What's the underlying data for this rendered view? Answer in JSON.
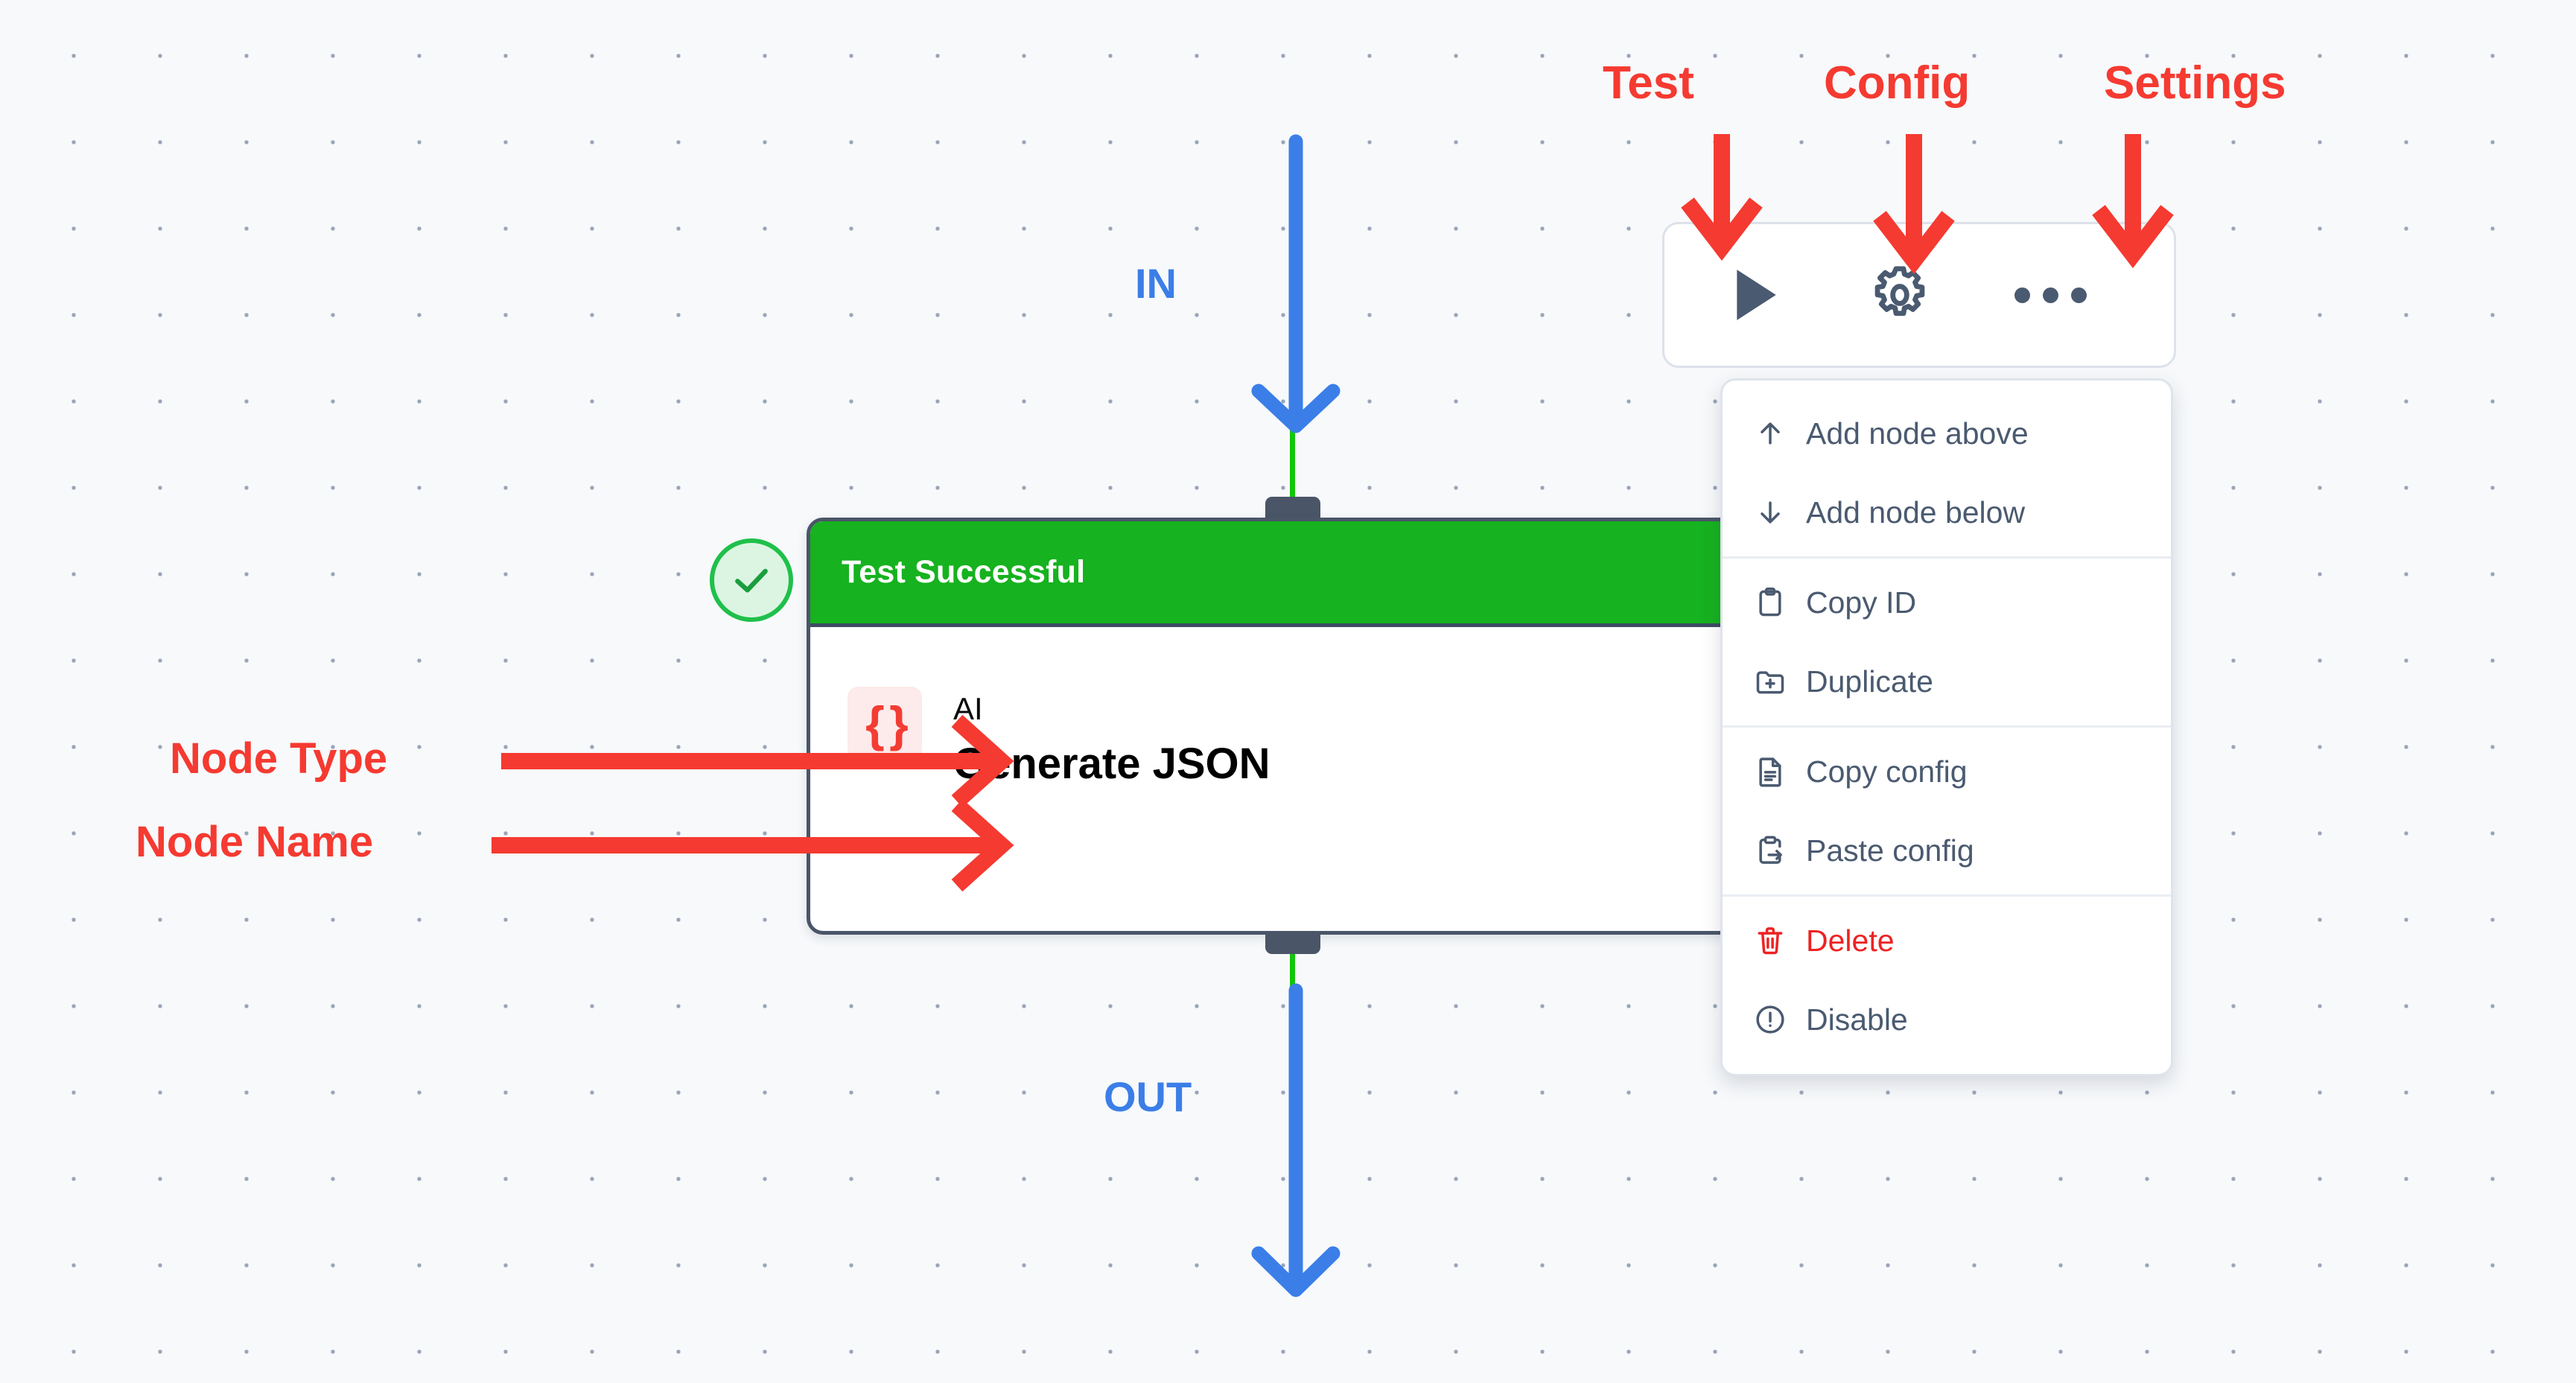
{
  "canvas": {
    "background_color": "#f7f9fb",
    "grid": "dot-grid"
  },
  "node": {
    "status_header": "Test Successful",
    "status_color": "#16b21f",
    "type_icon": "json-braces-icon",
    "type_icon_glyph": "{ }",
    "type": "AI",
    "name": "Generate JSON",
    "status_badge_icon": "check-circle-icon",
    "border_color": "#4a5568"
  },
  "toolbar": {
    "buttons": [
      {
        "name": "test-button",
        "icon": "play-icon"
      },
      {
        "name": "config-button",
        "icon": "gear-icon"
      },
      {
        "name": "settings-button",
        "icon": "ellipsis-icon"
      }
    ]
  },
  "context_menu": {
    "groups": [
      {
        "items": [
          {
            "label": "Add node above",
            "icon": "arrow-up-icon",
            "danger": false
          },
          {
            "label": "Add node below",
            "icon": "arrow-down-icon",
            "danger": false
          }
        ]
      },
      {
        "items": [
          {
            "label": "Copy ID",
            "icon": "clipboard-icon",
            "danger": false
          },
          {
            "label": "Duplicate",
            "icon": "folder-plus-icon",
            "danger": false
          }
        ]
      },
      {
        "items": [
          {
            "label": "Copy config",
            "icon": "document-icon",
            "danger": false
          },
          {
            "label": "Paste config",
            "icon": "clipboard-arrow-icon",
            "danger": false
          }
        ]
      },
      {
        "items": [
          {
            "label": "Delete",
            "icon": "trash-icon",
            "danger": true
          },
          {
            "label": "Disable",
            "icon": "exclamation-circle-icon",
            "danger": false
          }
        ]
      }
    ]
  },
  "annotations": {
    "color": "#f53a31",
    "labels": {
      "test": "Test",
      "config": "Config",
      "settings": "Settings",
      "node_type": "Node Type",
      "node_name": "Node Name"
    }
  },
  "flow_labels": {
    "color": "#3b7ee8",
    "in": "IN",
    "out": "OUT"
  }
}
